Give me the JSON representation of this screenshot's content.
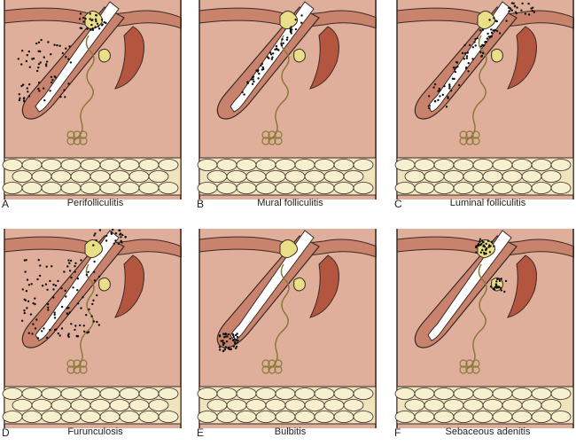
{
  "colors": {
    "tissue": "#dfaf9b",
    "epidermis": "#c9836d",
    "outline": "#3a2a25",
    "muscle": "#b3553f",
    "fat_lobule": "#f7f0cf",
    "fat_fill": "#efe4bd",
    "gland": "#e9df86",
    "hair": "#ffffff",
    "infiltrate": "#111111"
  },
  "panels": [
    {
      "letter": "A",
      "caption": "Perifolliculitis",
      "pattern": "perifollicular"
    },
    {
      "letter": "B",
      "caption": "Mural folliculitis",
      "pattern": "mural"
    },
    {
      "letter": "C",
      "caption": "Luminal folliculitis",
      "pattern": "luminal"
    },
    {
      "letter": "D",
      "caption": "Furunculosis",
      "pattern": "furuncle"
    },
    {
      "letter": "E",
      "caption": "Bulbitis",
      "pattern": "bulb"
    },
    {
      "letter": "F",
      "caption": "Sebaceous adenitis",
      "pattern": "sebaceous"
    }
  ]
}
